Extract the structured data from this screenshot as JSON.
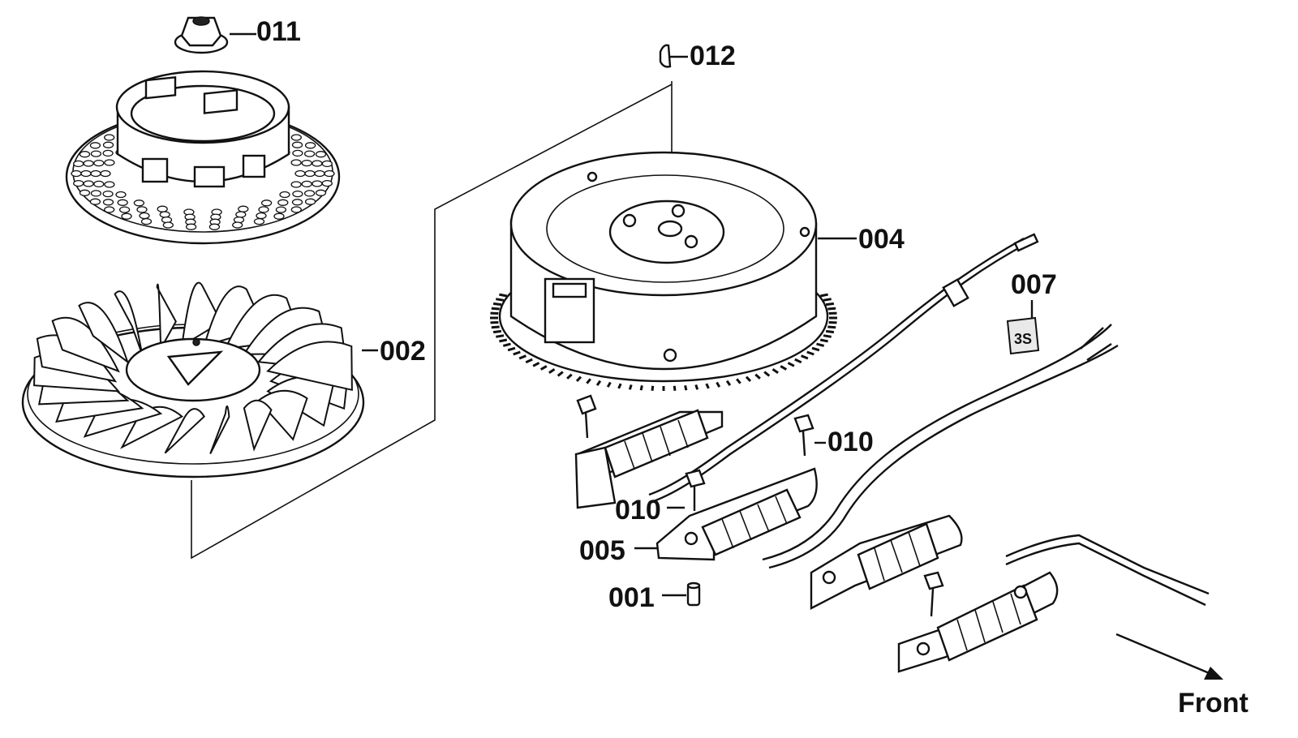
{
  "diagram": {
    "parts": [
      {
        "id": "011",
        "label": "011"
      },
      {
        "id": "012",
        "label": "012"
      },
      {
        "id": "004",
        "label": "004"
      },
      {
        "id": "002",
        "label": "002"
      },
      {
        "id": "007",
        "label": "007"
      },
      {
        "id": "010a",
        "label": "010"
      },
      {
        "id": "010b",
        "label": "010"
      },
      {
        "id": "005",
        "label": "005"
      },
      {
        "id": "001",
        "label": "001"
      }
    ],
    "direction_label": "Front",
    "tag_text": "3S"
  },
  "colors": {
    "ink": "#111111",
    "paper": "#ffffff"
  }
}
